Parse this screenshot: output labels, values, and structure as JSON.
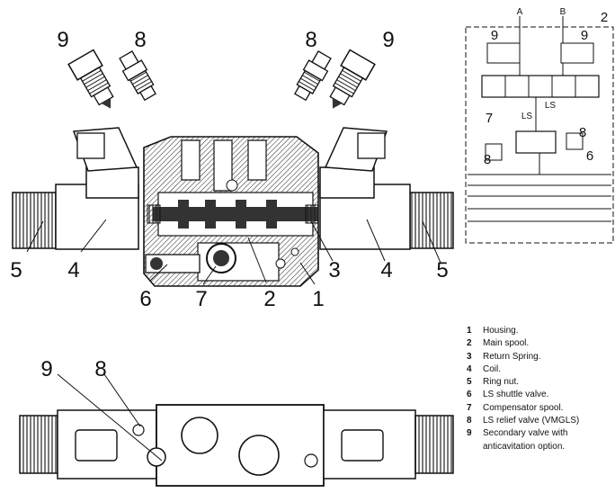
{
  "top_view_callouts": {
    "left_9": "9",
    "left_8": "8",
    "right_8": "8",
    "right_9": "9",
    "left_5": "5",
    "left_4": "4",
    "c6": "6",
    "c7": "7",
    "c2": "2",
    "c1": "1",
    "c3": "3",
    "right_4": "4",
    "right_5": "5"
  },
  "schematic": {
    "port_a": "A",
    "port_b": "B",
    "index": "2",
    "left_9": "9",
    "right_9": "9",
    "c7": "7",
    "c8": "8",
    "left_8": "8",
    "c6": "6",
    "ls_label": "LS",
    "small_label": "LS"
  },
  "bottom_view_callouts": {
    "c9": "9",
    "c8": "8"
  },
  "legend": [
    {
      "num": "1",
      "text": "Housing."
    },
    {
      "num": "2",
      "text": "Main spool."
    },
    {
      "num": "3",
      "text": "Return Spring."
    },
    {
      "num": "4",
      "text": "Coil."
    },
    {
      "num": "5",
      "text": "Ring nut."
    },
    {
      "num": "6",
      "text": "LS shuttle valve."
    },
    {
      "num": "7",
      "text": "Compensator spool."
    },
    {
      "num": "8",
      "text": "LS relief valve (VMGLS)"
    },
    {
      "num": "9",
      "text": "Secondary valve with anticavitation option."
    }
  ]
}
